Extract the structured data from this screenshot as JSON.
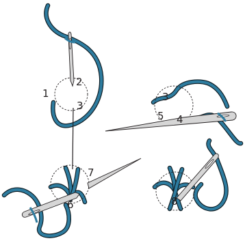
{
  "colors": {
    "thread": "#2e7c9f",
    "outline": "#0e1a20",
    "needle": "#d6d6d6",
    "needle_outline": "#231f20",
    "circle": "#231f20",
    "text": "#231f20"
  },
  "steps": [
    {
      "stage": "step-1",
      "labels": [
        "1",
        "2",
        "3"
      ]
    },
    {
      "stage": "step-2",
      "labels": [
        "3",
        "4",
        "5"
      ]
    },
    {
      "stage": "step-3",
      "labels": [
        "6",
        "7"
      ]
    },
    {
      "stage": "step-4",
      "labels": [
        "8"
      ]
    }
  ]
}
